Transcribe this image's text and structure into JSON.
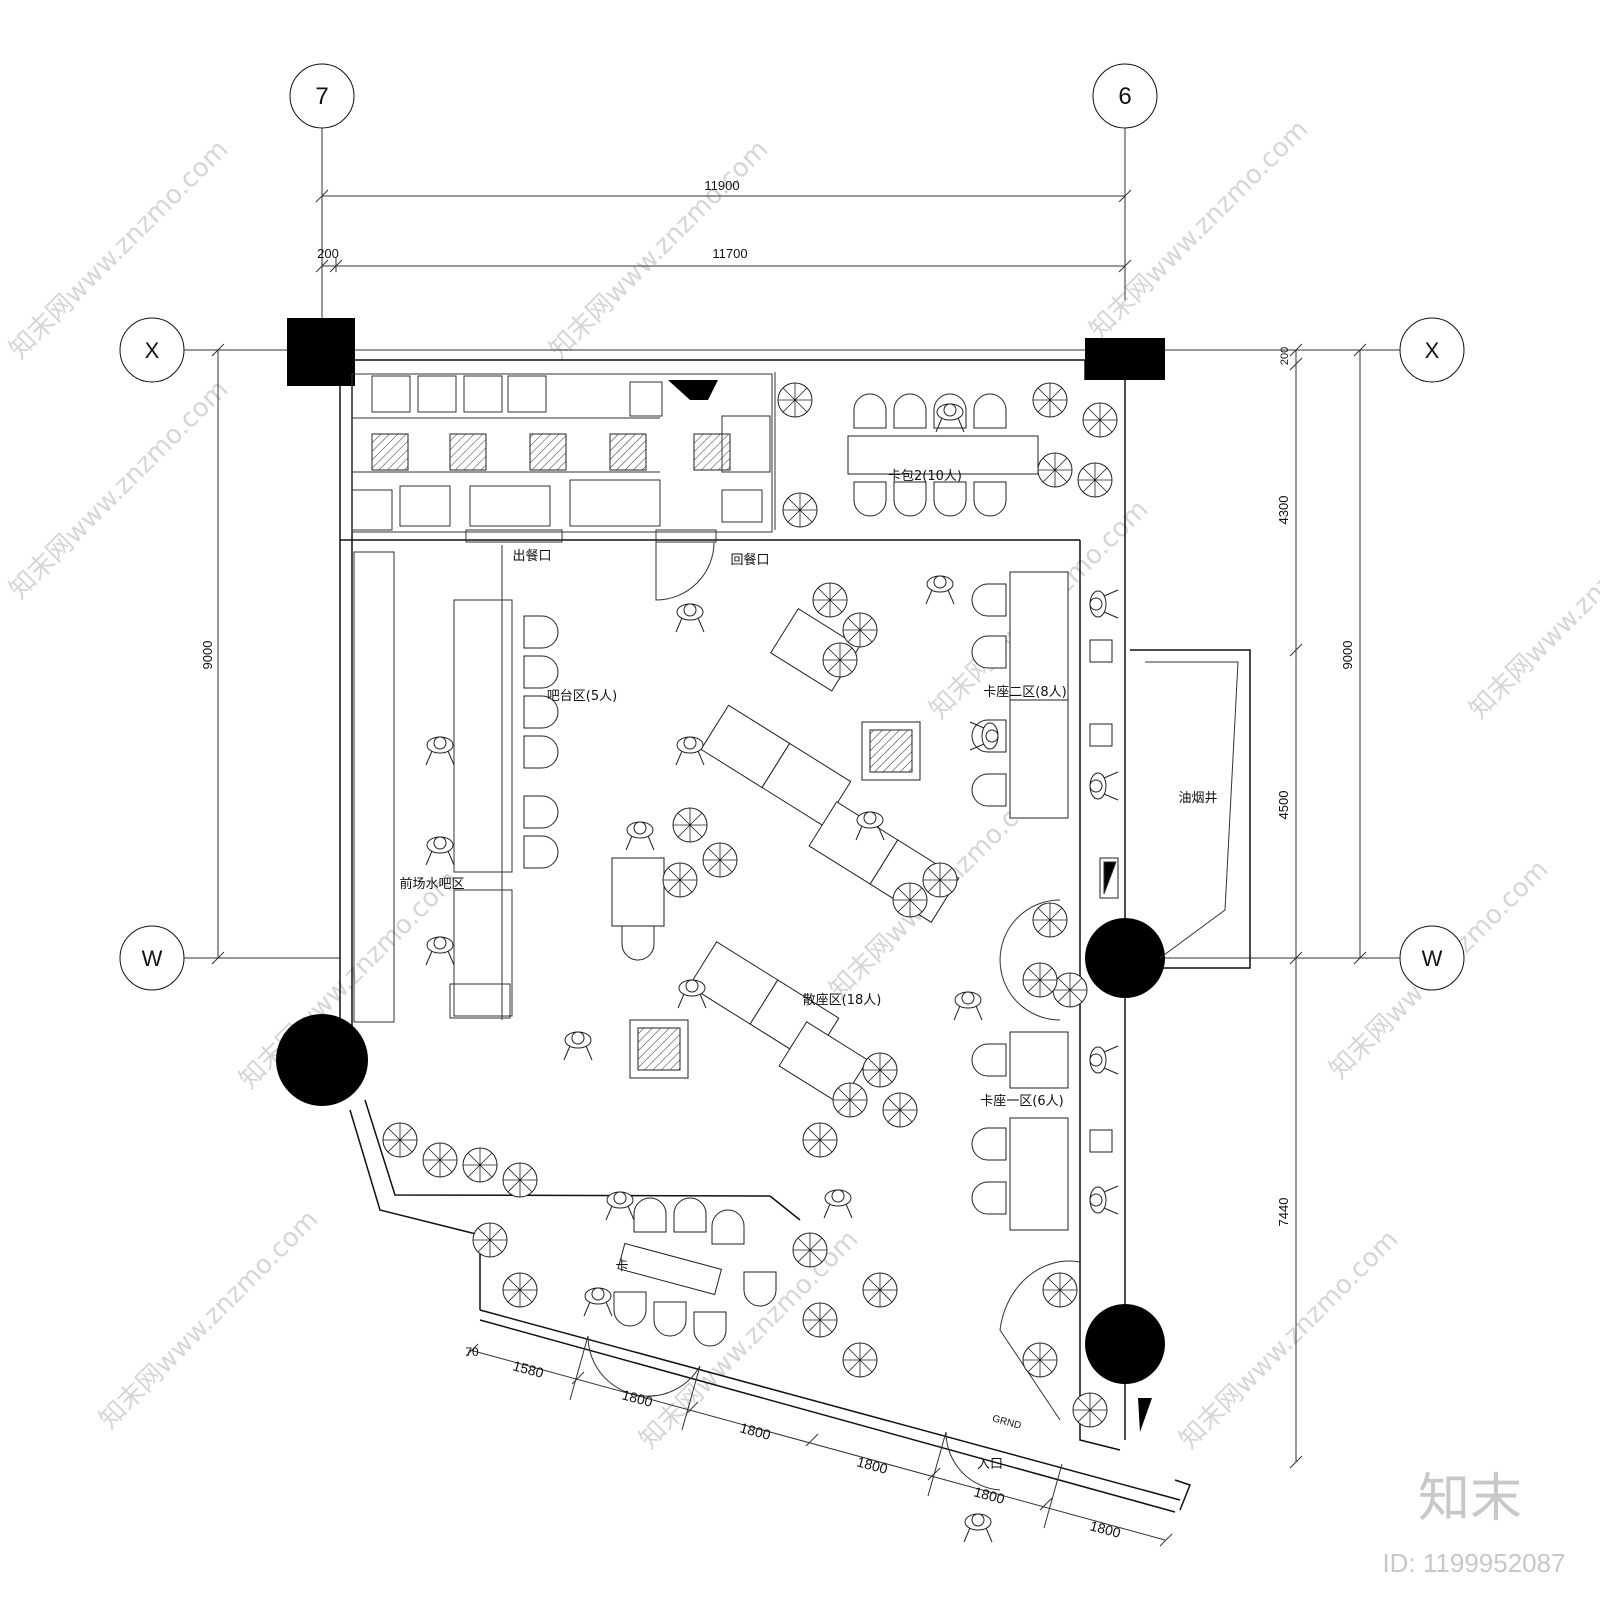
{
  "grid_axes": {
    "top_left": "7",
    "top_right": "6",
    "left_upper": "X",
    "left_lower": "W",
    "right_upper": "X",
    "right_lower": "W"
  },
  "dimensions": {
    "overall_width": "11900",
    "inner_width": "11700",
    "wall_offset": "200",
    "left_height": "9000",
    "right_total": "9000",
    "right_200": "200",
    "right_4300": "4300",
    "right_4500": "4500",
    "right_7440": "7440",
    "bottom_70": "70",
    "bottom_1580": "1580",
    "door_1": "1800",
    "door_2": "1800",
    "door_3": "1800",
    "door_4": "1800",
    "door_5": "1800"
  },
  "zones": {
    "serve_out": "出餐口",
    "serve_back": "回餐口",
    "private_room": "卡包2(10人)",
    "bar_area": "吧台区(5人)",
    "front_bar": "前场水吧区",
    "booth_two": "卡座二区(8人)",
    "booth_one": "卡座一区(6人)",
    "open_seating": "散座区(18人)",
    "smoke_shaft": "油烟井",
    "booth_lower": "卡",
    "entrance": "入口",
    "ground_mark": "GRND"
  },
  "branding": {
    "logo": "知末",
    "id_label": "ID: 1199952087",
    "watermark": "知末网www.znzmo.com"
  }
}
